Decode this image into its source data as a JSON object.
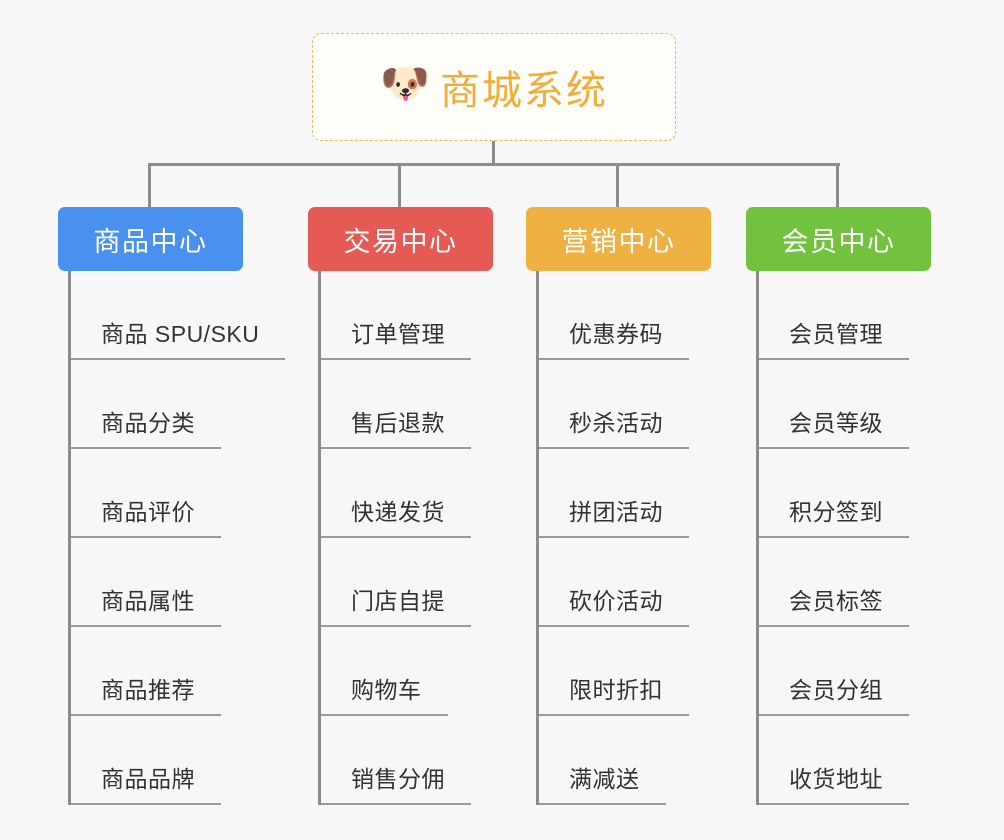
{
  "diagram": {
    "type": "mindmap",
    "background_color": "#f7f7f7",
    "line_color": "#8c8c8c",
    "root": {
      "emoji": "shiba-dog-face-emoji",
      "emoji_glyph": "🐶",
      "title": "商城系统",
      "border_color": "#e8b860",
      "text_color": "#f0ad3e"
    },
    "categories": [
      {
        "label": "商品中心",
        "color": "#4a90ef",
        "items": [
          "商品 SPU/SKU",
          "商品分类",
          "商品评价",
          "商品属性",
          "商品推荐",
          "商品品牌"
        ]
      },
      {
        "label": "交易中心",
        "color": "#e55a55",
        "items": [
          "订单管理",
          "售后退款",
          "快递发货",
          "门店自提",
          "购物车",
          "销售分佣"
        ]
      },
      {
        "label": "营销中心",
        "color": "#eeb142",
        "items": [
          "优惠券码",
          "秒杀活动",
          "拼团活动",
          "砍价活动",
          "限时折扣",
          "满减送"
        ]
      },
      {
        "label": "会员中心",
        "color": "#73c23f",
        "items": [
          "会员管理",
          "会员等级",
          "积分签到",
          "会员标签",
          "会员分组",
          "收货地址"
        ]
      }
    ]
  }
}
